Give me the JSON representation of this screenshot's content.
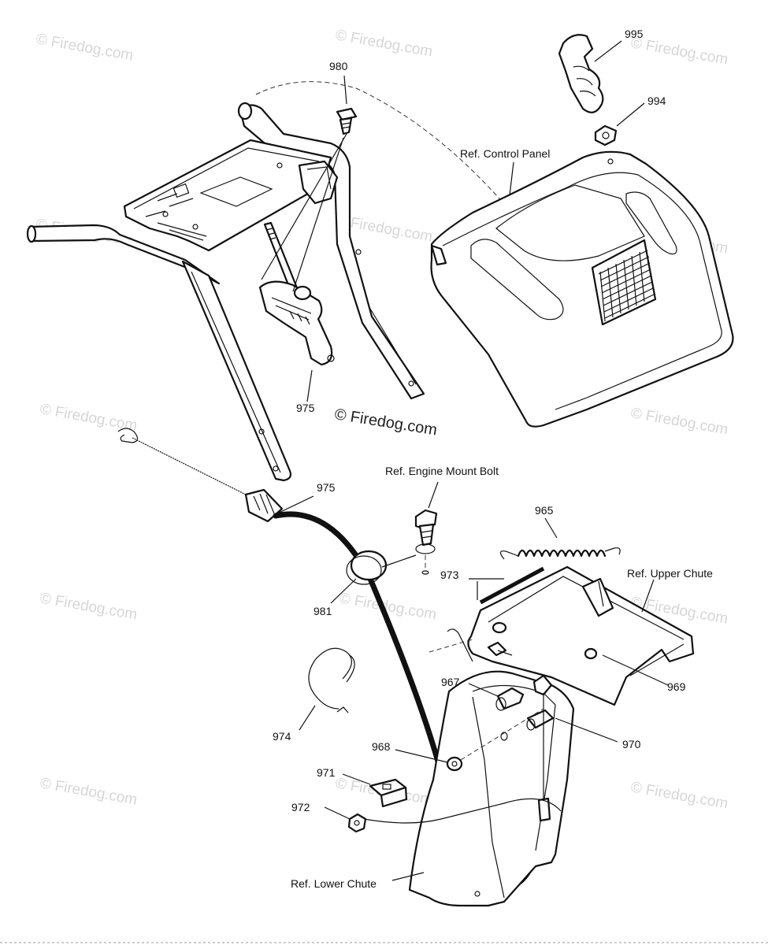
{
  "callouts": {
    "c995": "995",
    "c994": "994",
    "c980": "980",
    "ref_control_panel": "Ref. Control Panel",
    "c975_top": "975",
    "c975_cable": "975",
    "ref_engine_mount_bolt": "Ref. Engine Mount Bolt",
    "c965": "965",
    "ref_upper_chute": "Ref. Upper Chute",
    "c973": "973",
    "c981": "981",
    "c967": "967",
    "c969": "969",
    "c974": "974",
    "c968": "968",
    "c970": "970",
    "c971": "971",
    "c972": "972",
    "ref_lower_chute": "Ref. Lower Chute"
  },
  "watermarks": {
    "center": "© Firedog.com",
    "repeated": "© Firedog.com"
  }
}
